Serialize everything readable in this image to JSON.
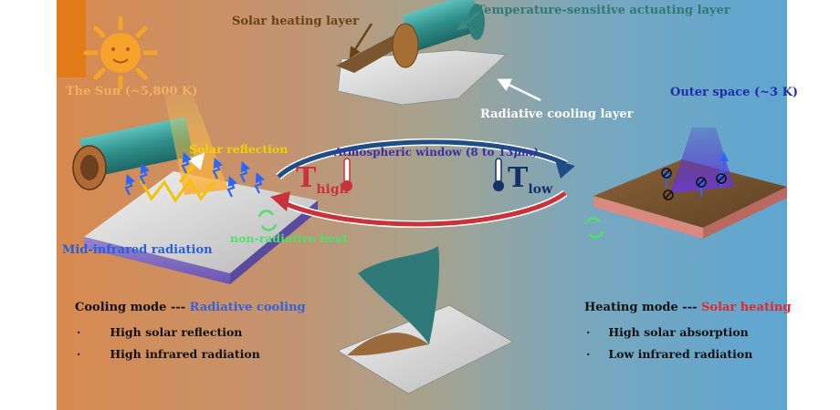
{
  "labels": {
    "sun": "The Sun (~5,800 K)",
    "solar_heating_layer": "Solar heating layer",
    "actuating_layer": "Temperature-sensitive actuating layer",
    "radiative_cooling_layer": "Radiative cooling layer",
    "outer_space": "Outer space (~3 K)",
    "solar_reflection": "Solar reflection",
    "atmospheric_window_prefix": "Atmospheric window (8 to 13",
    "atmospheric_window_unit": "μm)",
    "mid_infrared": "Mid-infrared radiation",
    "non_radiative": "non-radiative heat"
  },
  "temperatures": {
    "high_main": "T",
    "high_sub": "high",
    "low_main": "T",
    "low_sub": "low"
  },
  "cooling_mode": {
    "prefix": "Cooling mode --- ",
    "name": "Radiative cooling",
    "bullets": [
      "High solar reflection",
      "High infrared radiation"
    ]
  },
  "heating_mode": {
    "prefix": "Heating mode --- ",
    "name": "Solar heating",
    "bullets": [
      "High solar absorption",
      "Low infrared radiation"
    ]
  },
  "bullet_char": "·",
  "colors": {
    "cooling_accent": "#3a5fd6",
    "heating_accent": "#e22a2a",
    "sun_label": "#f4b060",
    "actuating_label": "#2f7a72",
    "heating_label": "#6a4216",
    "outer_space": "#1d2ca8",
    "reflection": "#f0d000",
    "atmo_window": "#3b2fa8",
    "mid_ir": "#2a5fd8",
    "non_radiative": "#4fe06a",
    "t_high": "#c8323a",
    "t_low": "#13326a"
  }
}
